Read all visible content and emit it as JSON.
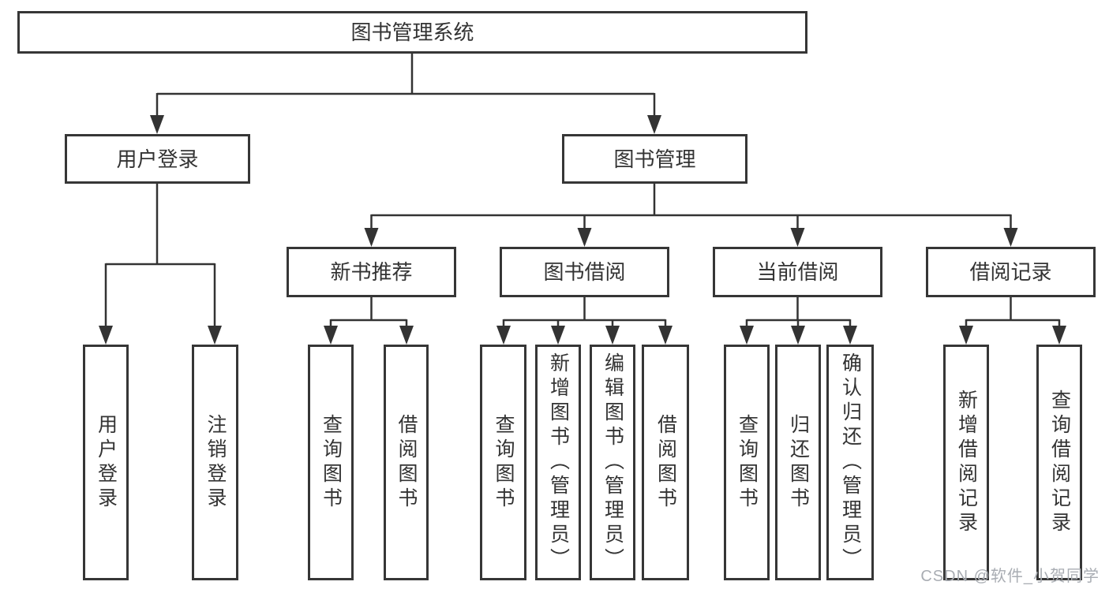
{
  "diagram": {
    "root": {
      "label": "图书管理系统"
    },
    "level2": [
      {
        "label": "用户登录",
        "children": [
          {
            "label": "用户登录"
          },
          {
            "label": "注销登录"
          }
        ]
      },
      {
        "label": "图书管理",
        "children": [
          {
            "label": "新书推荐",
            "children": [
              {
                "label": "查询图书"
              },
              {
                "label": "借阅图书"
              }
            ]
          },
          {
            "label": "图书借阅",
            "children": [
              {
                "label": "查询图书"
              },
              {
                "label": "新增图书（管理员）"
              },
              {
                "label": "编辑图书（管理员）"
              },
              {
                "label": "借阅图书"
              }
            ]
          },
          {
            "label": "当前借阅",
            "children": [
              {
                "label": "查询图书"
              },
              {
                "label": "归还图书"
              },
              {
                "label": "确认归还（管理员）"
              }
            ]
          },
          {
            "label": "借阅记录",
            "children": [
              {
                "label": "新增借阅记录"
              },
              {
                "label": "查询借阅记录"
              }
            ]
          }
        ]
      }
    ]
  },
  "watermark": {
    "text": "CSDN @软件_小贺同学"
  },
  "colors": {
    "line": "#333333",
    "border": "#363636",
    "text": "#333333",
    "background": "#ffffff",
    "watermark": "#a9adb3"
  }
}
